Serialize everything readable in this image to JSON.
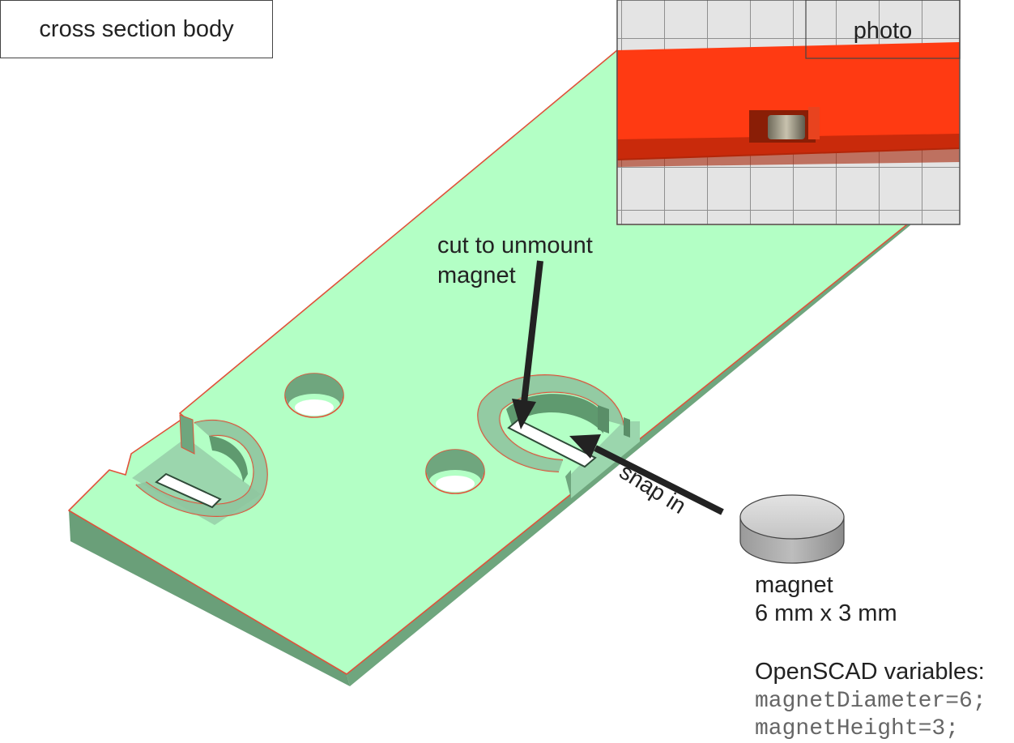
{
  "labels": {
    "cross_section": "cross section body",
    "photo": "photo",
    "cut_line1": "cut to unmount",
    "cut_line2": "magnet",
    "snap_in": "snap in",
    "magnet_line1": "magnet",
    "magnet_line2": "6 mm x 3 mm",
    "openscad_title": "OpenSCAD variables:",
    "var1": "magnetDiameter=6;",
    "var2": "magnetHeight=3;"
  },
  "colors": {
    "body_top": "#b3ffc5",
    "body_side": "#6fa67e",
    "body_side_dark": "#5e8f6c",
    "edge": "#e0523a",
    "hole_wall": "#7fb38e",
    "print_orange": "#ff3a12",
    "arrow": "#222222",
    "magnet": "#c8c8c8"
  }
}
